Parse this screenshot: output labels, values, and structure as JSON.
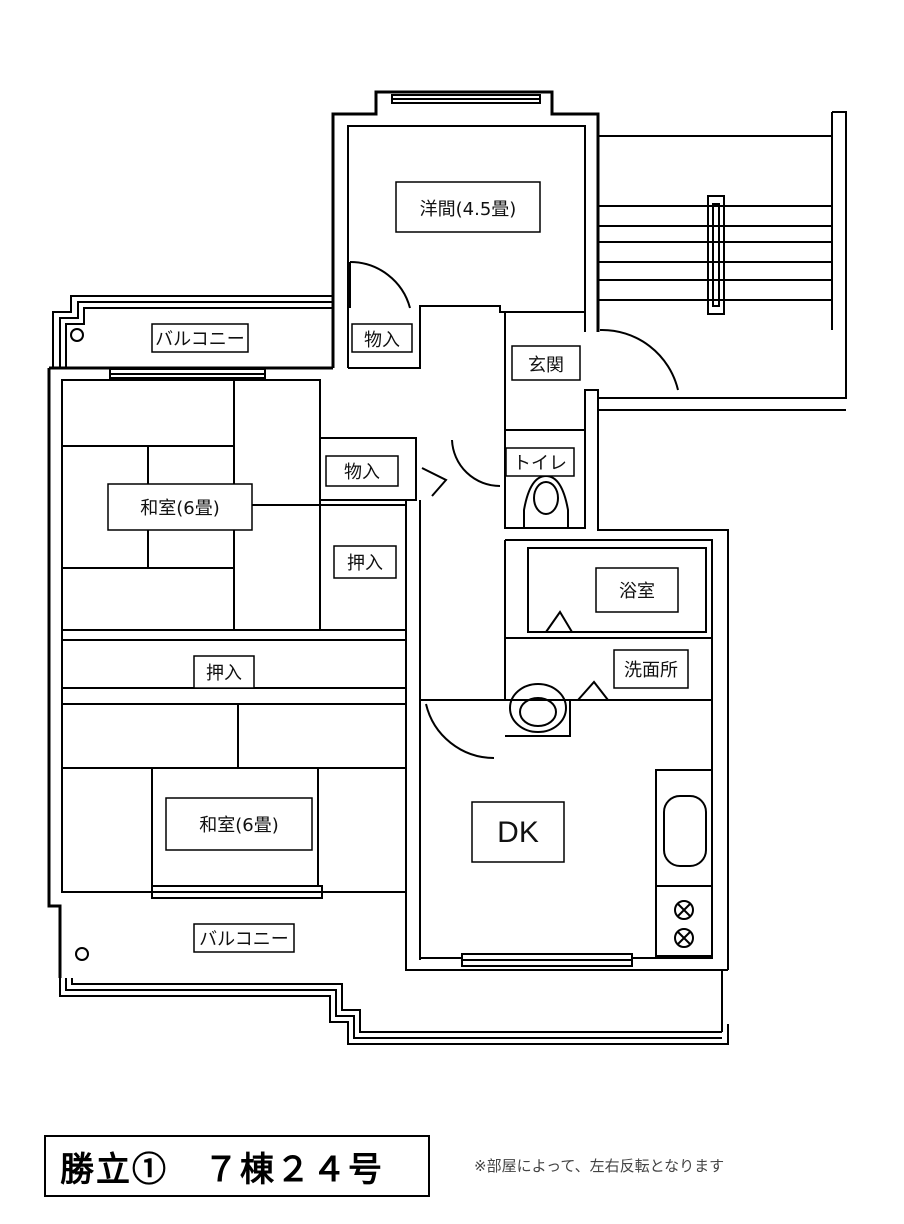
{
  "rooms": {
    "western_room": "洋間(4.5畳)",
    "storage_western": "物入",
    "entrance": "玄関",
    "balcony_north": "バルコニー",
    "japanese_room_1": "和室(6畳)",
    "storage_hall": "物入",
    "toilet": "トイレ",
    "closet_1": "押入",
    "bathroom": "浴室",
    "closet_2": "押入",
    "washroom": "洗面所",
    "japanese_room_2": "和室(6畳)",
    "dining_kitchen": "DK",
    "balcony_south": "バルコニー"
  },
  "footer": {
    "property_title": "勝立①　７棟２４号",
    "note": "※部屋によって、左右反転となります"
  }
}
